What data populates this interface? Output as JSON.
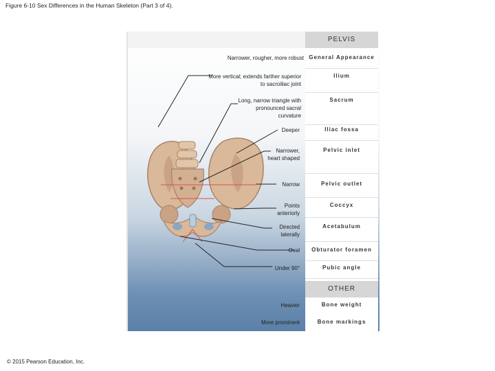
{
  "figure_title": "Figure 6-10 Sex Differences in the Human Skeleton (Part 3 of 4).",
  "copyright": "© 2015 Pearson Education, Inc.",
  "pelvis": {
    "heading": "PELVIS",
    "rows": [
      {
        "characteristic": "General Appearance",
        "description": "Narrower, rougher, more robust"
      },
      {
        "characteristic": "Ilium",
        "description": "More vertical; extends farther superior to sacroiliac joint"
      },
      {
        "characteristic": "Sacrum",
        "description": "Long, narrow triangle with pronounced sacral curvature"
      },
      {
        "characteristic": "Iliac fossa",
        "description": "Deeper"
      },
      {
        "characteristic": "Pelvic inlet",
        "description": "Narrower, heart shaped"
      },
      {
        "characteristic": "Pelvic outlet",
        "description": "Narrow"
      },
      {
        "characteristic": "Coccyx",
        "description": "Points anteriorly"
      },
      {
        "characteristic": "Acetabulum",
        "description": "Directed laterally"
      },
      {
        "characteristic": "Obturator foramen",
        "description": "Oval"
      },
      {
        "characteristic": "Pubic angle",
        "description": "Under 90°"
      }
    ]
  },
  "other": {
    "heading": "OTHER",
    "rows": [
      {
        "characteristic": "Bone weight",
        "description": "Heavier"
      },
      {
        "characteristic": "Bone markings",
        "description": "More prominent"
      }
    ]
  },
  "colors": {
    "header_bg": "#d6d6d6",
    "bone": "#d9b99a",
    "bone_shadow": "#a98266",
    "panel_blue": "#5b80a8",
    "outline_red": "#d9534f"
  }
}
